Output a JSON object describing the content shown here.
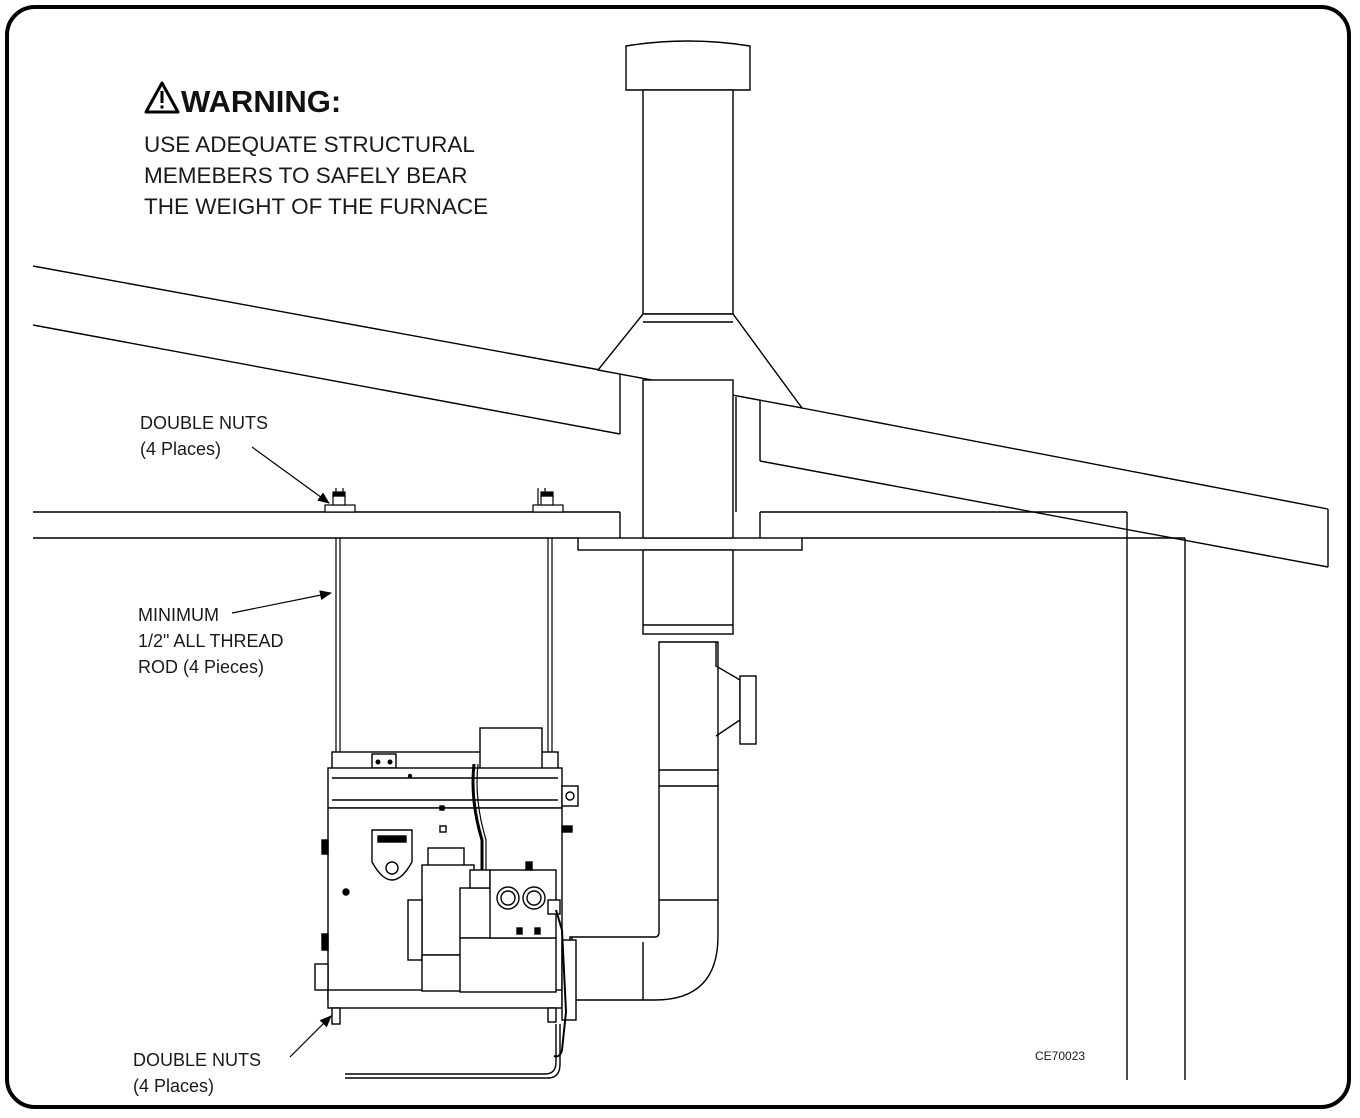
{
  "warning": {
    "icon": "warning-triangle-icon",
    "title": "WARNING:",
    "lines": [
      "USE ADEQUATE STRUCTURAL",
      "MEMEBERS TO SAFELY BEAR",
      "THE WEIGHT OF THE FURNACE"
    ]
  },
  "labels": {
    "double_nuts_top": [
      "DOUBLE NUTS",
      "(4 Places)"
    ],
    "thread_rod": [
      "MINIMUM",
      "1/2\" ALL THREAD",
      "ROD (4 Pieces)"
    ],
    "double_nuts_bottom": [
      "DOUBLE NUTS",
      "(4 Places)"
    ]
  },
  "drawing_code": "CE70023",
  "colors": {
    "line": "#000000",
    "background": "#ffffff"
  }
}
